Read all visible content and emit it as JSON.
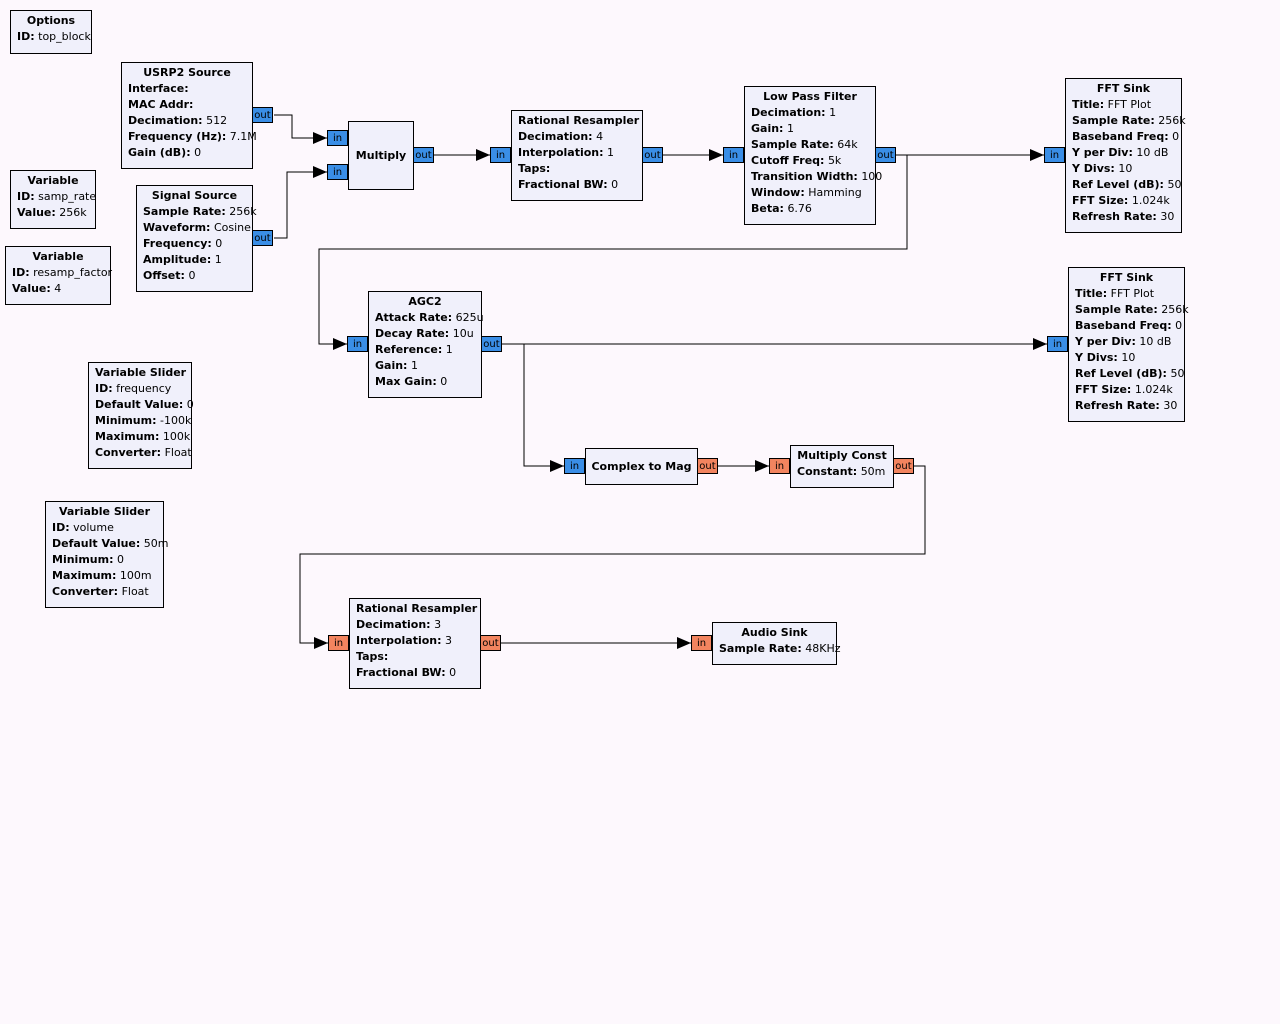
{
  "colors": {
    "complex_port": "#3a8ee6",
    "float_port": "#f2845f",
    "block_bg": "#f0f0fb",
    "canvas_bg": "#fdf8fd"
  },
  "blocks": {
    "options": {
      "title": "Options",
      "params": [
        {
          "k": "ID:",
          "v": "top_block"
        }
      ]
    },
    "var_samp_rate": {
      "title": "Variable",
      "params": [
        {
          "k": "ID:",
          "v": "samp_rate"
        },
        {
          "k": "Value:",
          "v": "256k"
        }
      ]
    },
    "var_resamp_factor": {
      "title": "Variable",
      "params": [
        {
          "k": "ID:",
          "v": "resamp_factor"
        },
        {
          "k": "Value:",
          "v": "4"
        }
      ]
    },
    "slider_frequency": {
      "title": "Variable Slider",
      "params": [
        {
          "k": "ID:",
          "v": "frequency"
        },
        {
          "k": "Default Value:",
          "v": "0"
        },
        {
          "k": "Minimum:",
          "v": "-100k"
        },
        {
          "k": "Maximum:",
          "v": "100k"
        },
        {
          "k": "Converter:",
          "v": "Float"
        }
      ]
    },
    "slider_volume": {
      "title": "Variable Slider",
      "params": [
        {
          "k": "ID:",
          "v": "volume"
        },
        {
          "k": "Default Value:",
          "v": "50m"
        },
        {
          "k": "Minimum:",
          "v": "0"
        },
        {
          "k": "Maximum:",
          "v": "100m"
        },
        {
          "k": "Converter:",
          "v": "Float"
        }
      ]
    },
    "usrp2_source": {
      "title": "USRP2 Source",
      "params": [
        {
          "k": "Interface:",
          "v": ""
        },
        {
          "k": "MAC Addr:",
          "v": ""
        },
        {
          "k": "Decimation:",
          "v": "512"
        },
        {
          "k": "Frequency (Hz):",
          "v": "7.1M"
        },
        {
          "k": "Gain (dB):",
          "v": "0"
        }
      ]
    },
    "signal_source": {
      "title": "Signal Source",
      "params": [
        {
          "k": "Sample Rate:",
          "v": "256k"
        },
        {
          "k": "Waveform:",
          "v": "Cosine"
        },
        {
          "k": "Frequency:",
          "v": "0"
        },
        {
          "k": "Amplitude:",
          "v": "1"
        },
        {
          "k": "Offset:",
          "v": "0"
        }
      ]
    },
    "multiply": {
      "title": "Multiply",
      "params": []
    },
    "rational_resampler_1": {
      "title": "Rational Resampler",
      "params": [
        {
          "k": "Decimation:",
          "v": "4"
        },
        {
          "k": "Interpolation:",
          "v": "1"
        },
        {
          "k": "Taps:",
          "v": ""
        },
        {
          "k": "Fractional BW:",
          "v": "0"
        }
      ]
    },
    "low_pass_filter": {
      "title": "Low Pass Filter",
      "params": [
        {
          "k": "Decimation:",
          "v": "1"
        },
        {
          "k": "Gain:",
          "v": "1"
        },
        {
          "k": "Sample Rate:",
          "v": "64k"
        },
        {
          "k": "Cutoff Freq:",
          "v": "5k"
        },
        {
          "k": "Transition Width:",
          "v": "100"
        },
        {
          "k": "Window:",
          "v": "Hamming"
        },
        {
          "k": "Beta:",
          "v": "6.76"
        }
      ]
    },
    "fft_sink_1": {
      "title": "FFT Sink",
      "params": [
        {
          "k": "Title:",
          "v": "FFT Plot"
        },
        {
          "k": "Sample Rate:",
          "v": "256k"
        },
        {
          "k": "Baseband Freq:",
          "v": "0"
        },
        {
          "k": "Y per Div:",
          "v": "10 dB"
        },
        {
          "k": "Y Divs:",
          "v": "10"
        },
        {
          "k": "Ref Level (dB):",
          "v": "50"
        },
        {
          "k": "FFT Size:",
          "v": "1.024k"
        },
        {
          "k": "Refresh Rate:",
          "v": "30"
        }
      ]
    },
    "agc2": {
      "title": "AGC2",
      "params": [
        {
          "k": "Attack Rate:",
          "v": "625u"
        },
        {
          "k": "Decay Rate:",
          "v": "10u"
        },
        {
          "k": "Reference:",
          "v": "1"
        },
        {
          "k": "Gain:",
          "v": "1"
        },
        {
          "k": "Max Gain:",
          "v": "0"
        }
      ]
    },
    "fft_sink_2": {
      "title": "FFT Sink",
      "params": [
        {
          "k": "Title:",
          "v": "FFT Plot"
        },
        {
          "k": "Sample Rate:",
          "v": "256k"
        },
        {
          "k": "Baseband Freq:",
          "v": "0"
        },
        {
          "k": "Y per Div:",
          "v": "10 dB"
        },
        {
          "k": "Y Divs:",
          "v": "10"
        },
        {
          "k": "Ref Level (dB):",
          "v": "50"
        },
        {
          "k": "FFT Size:",
          "v": "1.024k"
        },
        {
          "k": "Refresh Rate:",
          "v": "30"
        }
      ]
    },
    "complex_to_mag": {
      "title": "Complex to Mag",
      "params": []
    },
    "multiply_const": {
      "title": "Multiply Const",
      "params": [
        {
          "k": "Constant:",
          "v": "50m"
        }
      ]
    },
    "rational_resampler_2": {
      "title": "Rational Resampler",
      "params": [
        {
          "k": "Decimation:",
          "v": "3"
        },
        {
          "k": "Interpolation:",
          "v": "3"
        },
        {
          "k": "Taps:",
          "v": ""
        },
        {
          "k": "Fractional BW:",
          "v": "0"
        }
      ]
    },
    "audio_sink": {
      "title": "Audio Sink",
      "params": [
        {
          "k": "Sample Rate:",
          "v": "48KHz"
        }
      ]
    }
  },
  "ports": {
    "in": "in",
    "out": "out"
  }
}
